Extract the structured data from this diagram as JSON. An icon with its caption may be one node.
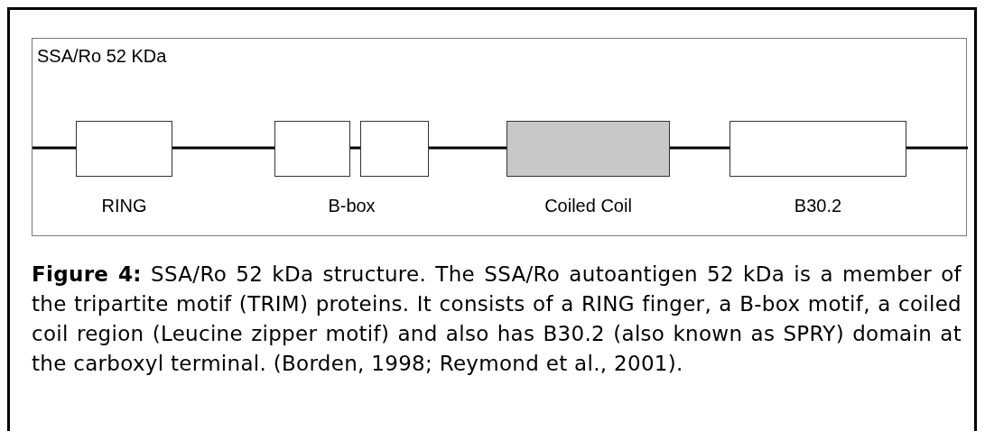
{
  "diagram": {
    "caption": "**Figure 4:** SSA/Ro 52 kDa structure. The SSA/Ro autoantigen 52 kDa is a member of the tripartite motif (TRIM) proteins. It consists of a RING finger, a B-box motif, a coiled coil region (Leucine zipper motif) and also has B30.2 (also known as SPRY) domain at the carboxyl terminal. (Borden, 1998; Reymond et al., 2001).",
    "nodes": [
      {
        "text": [
          "SSA/Ro 52 KDa"
        ]
      },
      {
        "text": [
          "RING"
        ],
        "in": 0
      },
      {
        "text": [],
        "shape": "box",
        "in": 0
      },
      {
        "text": [],
        "shape": "box",
        "in": 0
      },
      {
        "text": [
          "Coiled Coil"
        ],
        "in": 0
      },
      {
        "text": [
          "B30.2"
        ],
        "in": 0
      }
    ],
    "edges": [
      {
        "from": null,
        "to": 1,
        "arrow": "none"
      },
      {
        "from": 1,
        "to": 2,
        "arrow": "none"
      },
      {
        "from": 2,
        "to": 3,
        "arrow": "none"
      },
      {
        "from": 3,
        "to": 4,
        "arrow": "none"
      },
      {
        "from": 4,
        "to": 5,
        "arrow": "none"
      },
      {
        "from": 5,
        "to": null,
        "arrow": "none"
      }
    ],
    "labels": [
      "B-box"
    ]
  }
}
